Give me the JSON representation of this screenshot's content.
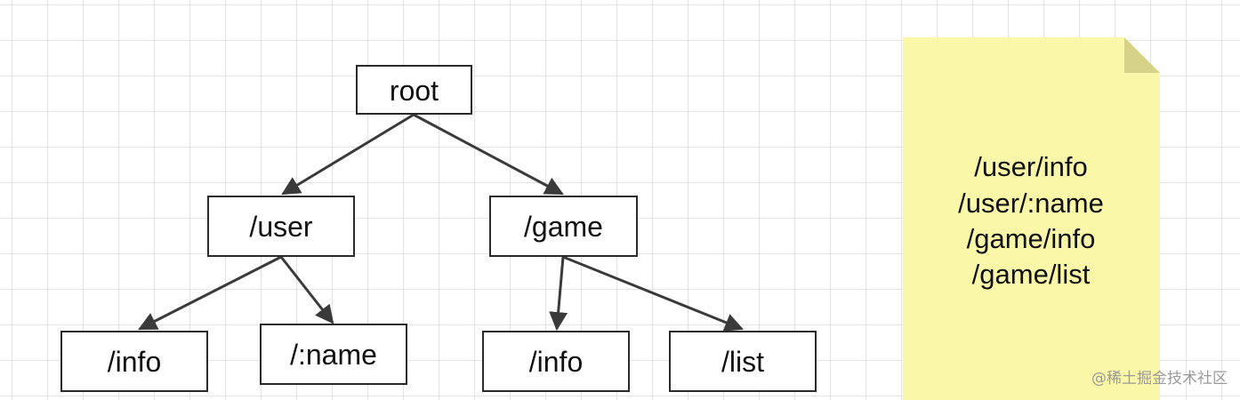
{
  "diagram": {
    "nodes": {
      "root": "root",
      "user": "/user",
      "game": "/game",
      "user_info": "/info",
      "user_name": "/:name",
      "game_info": "/info",
      "game_list": "/list"
    },
    "edges": [
      {
        "from": "root",
        "to": "user"
      },
      {
        "from": "root",
        "to": "game"
      },
      {
        "from": "user",
        "to": "user_info"
      },
      {
        "from": "user",
        "to": "user_name"
      },
      {
        "from": "game",
        "to": "game_info"
      },
      {
        "from": "game",
        "to": "game_list"
      }
    ]
  },
  "note": {
    "lines": [
      "/user/info",
      "/user/:name",
      "/game/info",
      "/game/list"
    ],
    "color": "#fbf7a8"
  },
  "watermark": "@稀土掘金技术社区"
}
